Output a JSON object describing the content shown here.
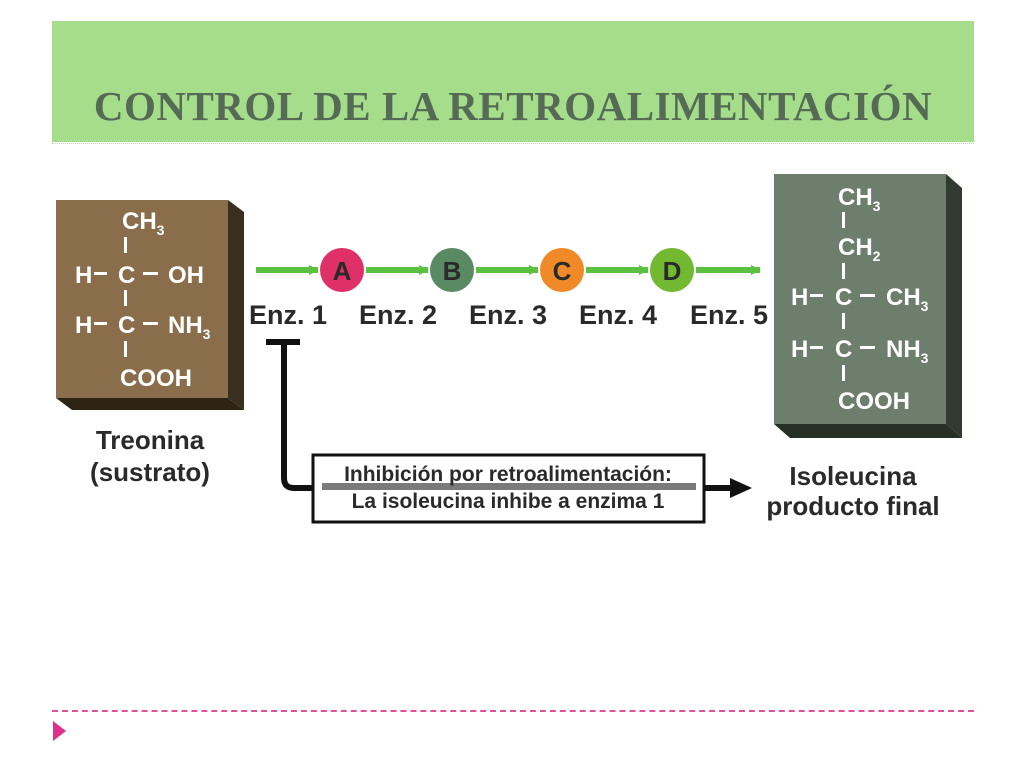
{
  "title": "CONTROL DE LA RETROALIMENTACIÓN",
  "substrate": {
    "formula": {
      "top": "CH",
      "top_sub": "3",
      "row1_left": "H",
      "row1_c": "C",
      "row1_right": "OH",
      "row2_left": "H",
      "row2_c": "C",
      "row2_right": "NH",
      "row2_sub": "3",
      "bottom": "COOH"
    },
    "label_line1": "Treonina",
    "label_line2": "(sustrato)"
  },
  "product": {
    "formula": {
      "top": "CH",
      "top_sub": "3",
      "second": "CH",
      "second_sub": "2",
      "row1_left": "H",
      "row1_c": "C",
      "row1_right": "CH",
      "row1_sub": "3",
      "row2_left": "H",
      "row2_c": "C",
      "row2_right": "NH",
      "row2_sub": "3",
      "bottom": "COOH"
    },
    "label_line1": "Isoleucina",
    "label_line2": "producto final"
  },
  "intermediates": [
    {
      "label": "A",
      "color": "#e0306a"
    },
    {
      "label": "B",
      "color": "#5a8a64"
    },
    {
      "label": "C",
      "color": "#f08a28"
    },
    {
      "label": "D",
      "color": "#72b830"
    }
  ],
  "enzymes": [
    "Enz. 1",
    "Enz. 2",
    "Enz. 3",
    "Enz. 4",
    "Enz. 5"
  ],
  "inhibition": {
    "line1": "Inhibición por retroalimentación:",
    "line2": "La isoleucina inhibe a enzima 1"
  },
  "colors": {
    "substrate_box": "#8a6e4c",
    "product_box": "#6e7e6c",
    "pathway_arrow": "#5cc040",
    "title_band": "#a6dd8a",
    "accent": "#e0308a"
  }
}
